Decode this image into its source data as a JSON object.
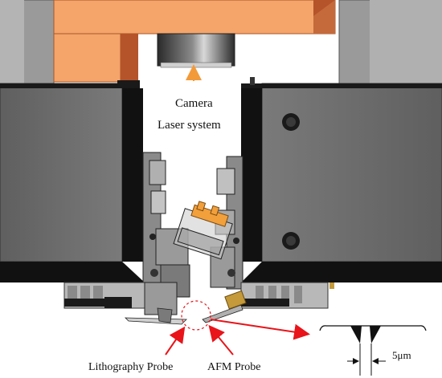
{
  "labels": {
    "camera": "Camera",
    "laser": "Laser system",
    "litho": "Lithography Probe",
    "afm": "AFM Probe",
    "scale": "5μm"
  },
  "colors": {
    "orange_block": "#f5a56a",
    "orange_dark": "#b5532a",
    "grey_block": "#6f6f6f",
    "grey_light": "#a4a4a4",
    "black_panel": "#111111",
    "arrow_orange": "#f29a3a",
    "arrow_red": "#e8141a"
  }
}
